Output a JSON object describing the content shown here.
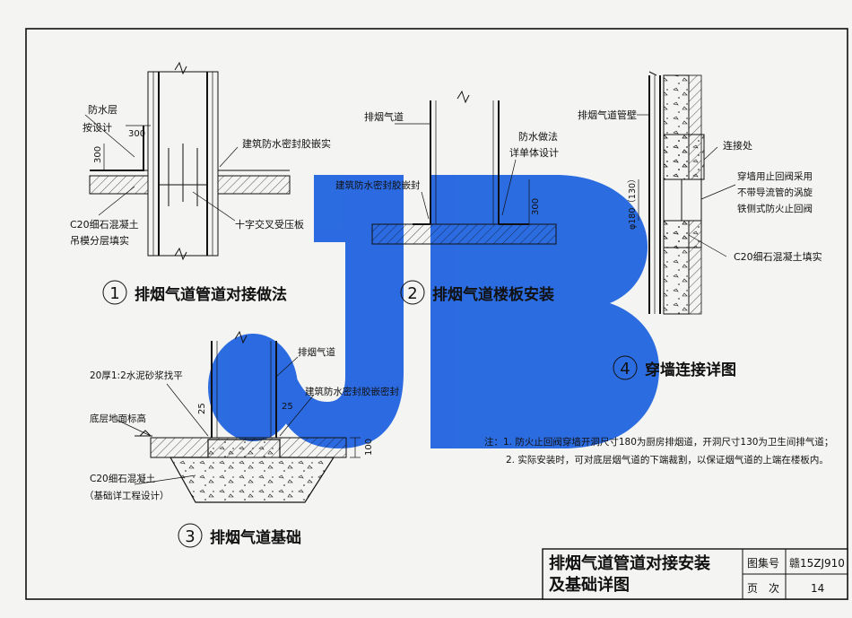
{
  "colors": {
    "watermark": "#1a5fe0",
    "line": "#111111",
    "paper": "#f4f4f2"
  },
  "detail1": {
    "num": "1",
    "title": "排烟气道管道对接做法",
    "waterproof": "防水层",
    "per_design": "按设计",
    "dim_300a": "300",
    "dim_300b": "300",
    "sealant": "建筑防水密封胶嵌实",
    "fill_a": "C20细石混凝土",
    "fill_b": "吊模分层填实",
    "cross": "十字交叉受压板"
  },
  "detail2": {
    "num": "2",
    "title": "排烟气道楼板安装",
    "flue": "排烟气道",
    "wp_a": "防水做法",
    "wp_b": "详单体设计",
    "sealant": "建筑防水密封胶嵌封",
    "dim_300": "300"
  },
  "detail3": {
    "num": "3",
    "title": "排烟气道基础",
    "flue": "排烟气道",
    "screed": "20厚1:2水泥砂浆找平",
    "sealant": "建筑防水密封胶嵌密封",
    "dim_25a": "25",
    "dim_25b": "25",
    "ground": "底层地面标高",
    "dim_100": "100",
    "concrete": "C20细石混凝土",
    "foundation": "（基础详工程设计）"
  },
  "detail4": {
    "num": "4",
    "title": "穿墙连接详图",
    "pipe_wall": "排烟气道管壁",
    "joint": "连接处",
    "valve_a": "穿墙用止回阀采用",
    "valve_b": "不带导流管的涡旋",
    "valve_c": "铁侧式防火止回阀",
    "dia": "φ180（130）",
    "fill": "C20细石混凝土填实"
  },
  "notes": {
    "n1": "注：1. 防火止回阀穿墙开洞尺寸180为厨房排烟道，开洞尺寸130为卫生间排气道；",
    "n2": "2. 实际安装时，可对底层烟气道的下端裁割，以保证烟气道的上端在楼板内。"
  },
  "titleblock": {
    "title_line1": "排烟气道管道对接安装",
    "title_line2": "及基础详图",
    "atlas_label": "图集号",
    "atlas_value": "赣15ZJ910",
    "page_label": "页　次",
    "page_value": "14"
  }
}
